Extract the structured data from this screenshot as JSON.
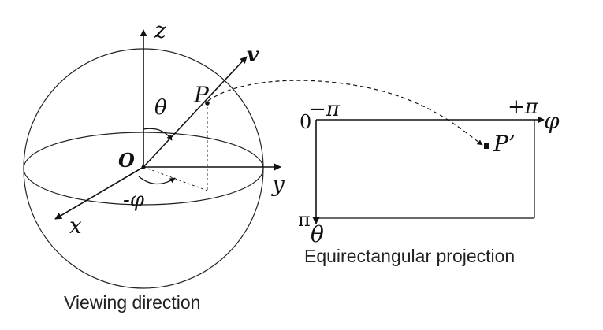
{
  "sphere": {
    "z_label": "z",
    "y_label": "y",
    "x_label": "x",
    "v_label": "v",
    "origin_label": "O",
    "point_label": "P",
    "theta_label": "θ",
    "phi_label": "-φ",
    "caption": "Viewing direction"
  },
  "projection": {
    "left_label": "−π",
    "right_label": "+π",
    "phi_axis_label": "φ",
    "zero_label": "0",
    "pi_label": "π",
    "theta_axis_label": "θ",
    "point_label": "P’",
    "caption": "Equirectangular projection"
  }
}
